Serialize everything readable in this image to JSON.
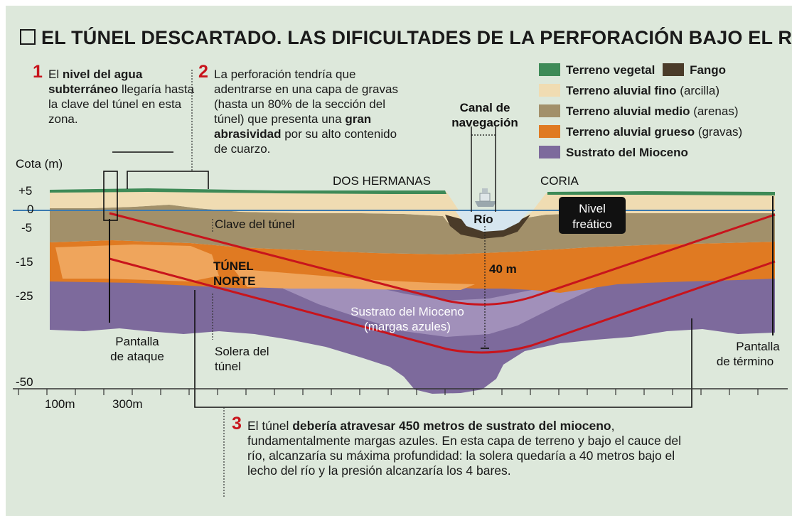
{
  "title": "EL TÚNEL DESCARTADO. LAS DIFICULTADES DE LA PERFORACIÓN BAJO EL RÍO",
  "notes": [
    {
      "number": "1",
      "parts": [
        "El ",
        "nivel del agua subterráneo",
        " llegaría hasta la clave del túnel en esta zona."
      ]
    },
    {
      "number": "2",
      "parts": [
        "La perforación tendría que adentrarse en una capa de gravas (hasta un 80% de la sección del túnel) que presenta una ",
        "gran abrasividad",
        " por su alto contenido de cuarzo."
      ]
    },
    {
      "number": "3",
      "parts": [
        "El túnel ",
        "debería atravesar 450 metros de sustrato del mioceno",
        ", fundamentalmente margas azules. En esta capa de terreno y bajo el cauce del río, alcanzaría su máxima profundidad: la solera quedaría a 40 metros bajo el lecho del río y la presión alcanzaría los 4 bares."
      ]
    }
  ],
  "legend": [
    {
      "bold": "Terreno vegetal",
      "rest": "",
      "color": "#3e8a57"
    },
    {
      "bold": "Fango",
      "rest": "",
      "color": "#4a3b29"
    },
    {
      "bold": "Terreno aluvial fino",
      "rest": " (arcilla)",
      "color": "#f0dcb2"
    },
    {
      "bold": "Terreno aluvial medio",
      "rest": " (arenas)",
      "color": "#a2906a"
    },
    {
      "bold": "Terreno aluvial grueso",
      "rest": " (gravas)",
      "color": "#e07a22"
    },
    {
      "bold": "Sustrato del Mioceno",
      "rest": "",
      "color": "#7d6a9c"
    }
  ],
  "axis": {
    "unit_label": "Cota (m)",
    "y_ticks": [
      "+5",
      "0",
      "-5",
      "-15",
      "-25",
      "-50"
    ],
    "x_ticks": [
      "100m",
      "300m"
    ]
  },
  "labels": {
    "dos_hermanas": "DOS HERMANAS",
    "coria": "CORIA",
    "canal": "Canal de navegación",
    "rio": "Río",
    "nivel_freatico": "Nivel freático",
    "clave": "Clave del túnel",
    "tunel_norte": "TÚNEL NORTE",
    "dist": "40 m",
    "sustrato": "Sustrato del Mioceno",
    "margas": "(margas azules)",
    "pantalla_ataque": "Pantalla de ataque",
    "solera": "Solera del túnel",
    "pantalla_termino": "Pantalla de término"
  }
}
